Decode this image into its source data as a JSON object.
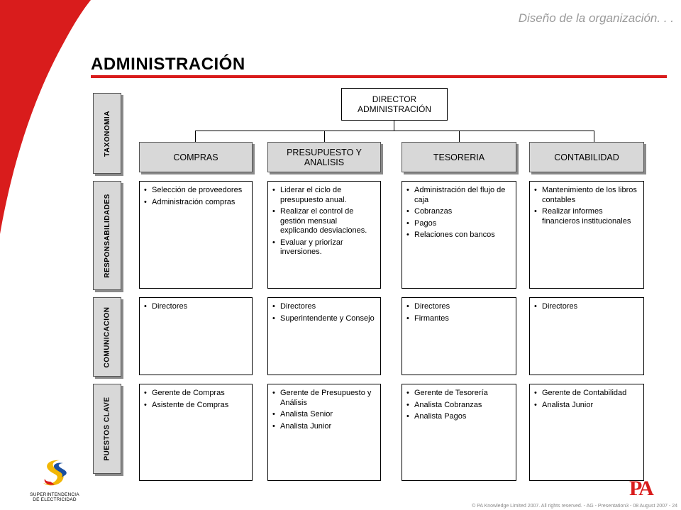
{
  "header": {
    "subtitle": "Diseño de la organización. . .",
    "title": "ADMINISTRACIÓN"
  },
  "sections": {
    "taxonomia": "TAXONOMIA",
    "responsabilidades": "RESPONSABILIDADES",
    "comunicacion": "COMUNICACION",
    "puestos": "PUESTOS CLAVE"
  },
  "director": {
    "line1": "DIRECTOR",
    "line2": "ADMINISTRACIÓN"
  },
  "departments": [
    {
      "name": "COMPRAS",
      "name2": "",
      "responsabilidades": [
        "Selección de proveedores",
        "Administración compras"
      ],
      "comunicacion": [
        "Directores"
      ],
      "puestos": [
        "Gerente de Compras",
        "Asistente de Compras"
      ]
    },
    {
      "name": "PRESUPUESTO Y",
      "name2": "ANALISIS",
      "responsabilidades": [
        "Liderar el ciclo de presupuesto anual.",
        "Realizar el control de gestión mensual explicando desviaciones.",
        "Evaluar y priorizar inversiones."
      ],
      "comunicacion": [
        "Directores",
        "Superintendente y Consejo"
      ],
      "puestos": [
        "Gerente de Presupuesto y Análisis",
        "Analista Senior",
        "Analista Junior"
      ]
    },
    {
      "name": "TESORERIA",
      "name2": "",
      "responsabilidades": [
        "Administración del flujo de caja",
        "Cobranzas",
        "Pagos",
        "Relaciones con bancos"
      ],
      "comunicacion": [
        "Directores",
        "Firmantes"
      ],
      "puestos": [
        "Gerente de Tesorería",
        "Analista Cobranzas",
        "Analista Pagos"
      ]
    },
    {
      "name": "CONTABILIDAD",
      "name2": "",
      "responsabilidades": [
        "Mantenimiento de los libros contables",
        "Realizar informes financieros institucionales"
      ],
      "comunicacion": [
        "Directores"
      ],
      "puestos": [
        "Gerente de Contabilidad",
        "Analista Junior"
      ]
    }
  ],
  "logo_left": {
    "line1": "SUPERINTENDENCIA",
    "line2": "DE ELECTRICIDAD"
  },
  "logo_right": "PA",
  "footer": "© PA Knowledge Limited 2007. All rights reserved. - AG - Presentation3 - 08 August 2007 - 24",
  "colors": {
    "accent_red": "#d91c1c",
    "header_fill": "#d8d8d8"
  }
}
